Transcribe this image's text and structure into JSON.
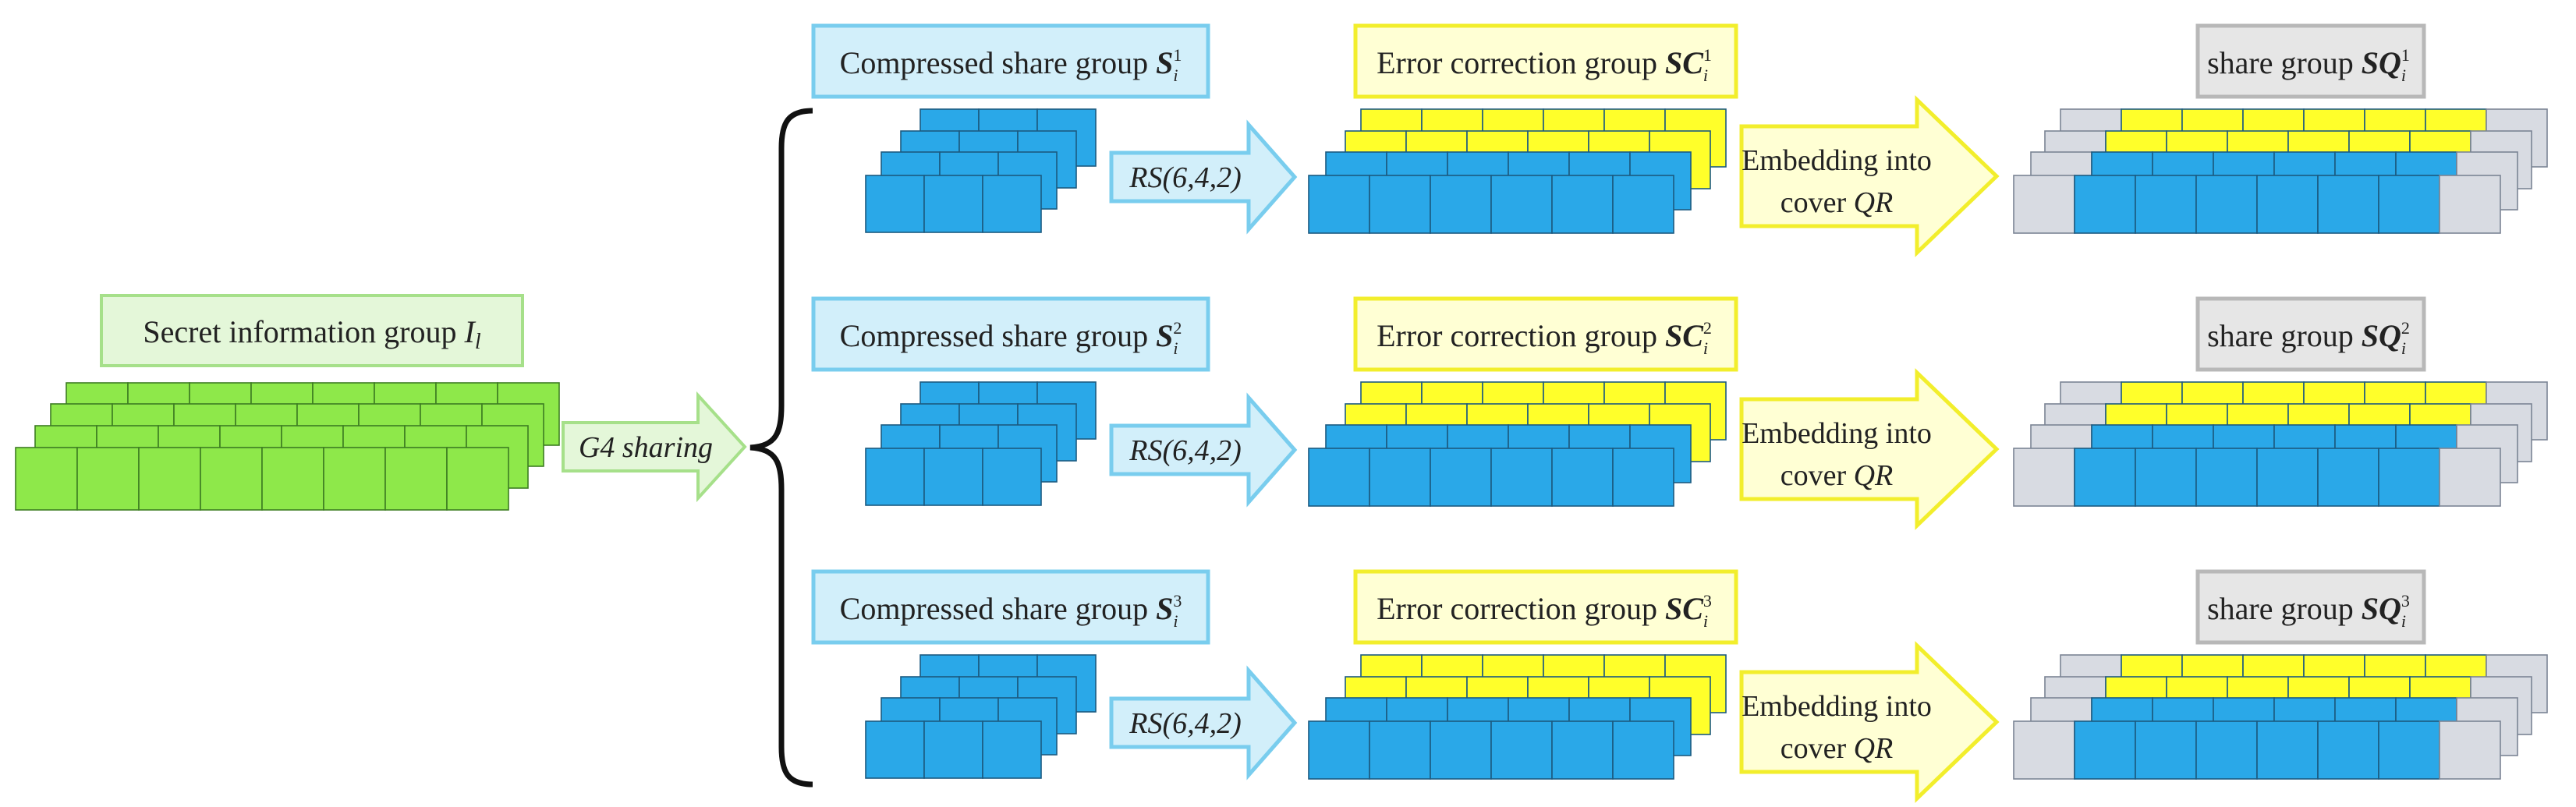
{
  "colors": {
    "green_fill": "#8ee84a",
    "green_stroke": "#3d7d22",
    "blue_fill": "#2aa8e8",
    "blue_stroke": "#1c5a80",
    "yellow_fill": "#ffff2a",
    "gray_fill": "#d8dbe2",
    "gray_stroke": "#7b8494",
    "label_green_bg": "#e4f7d9",
    "label_green_border": "#a6e08a",
    "label_blue_bg": "#d2effa",
    "label_blue_border": "#79cdee",
    "label_yellow_bg": "#ffffd4",
    "label_yellow_border": "#f2ee2c",
    "label_gray_bg": "#e6e6e6",
    "label_gray_border": "#b8b8b8",
    "arrow_green_fill": "#e4f7d9",
    "arrow_green_stroke": "#a6e08a",
    "arrow_blue_fill": "#d2effa",
    "arrow_blue_stroke": "#79cdee",
    "arrow_yellow_fill": "#ffffd4",
    "arrow_yellow_stroke": "#f2ee2c"
  },
  "secret": {
    "label_text": "Secret information group ",
    "label_symbol": "I",
    "label_subscript": "l"
  },
  "sharing_arrow": {
    "label": "G4 sharing"
  },
  "rows": [
    {
      "compressed": {
        "text": "Compressed share group ",
        "sym": "S",
        "sub": "i",
        "sup": "1"
      },
      "rs_label": "RS(6,4,2)",
      "error": {
        "text": "Error correction group ",
        "sym": "SC",
        "sub": "i",
        "sup": "1"
      },
      "embed": {
        "line1": "Embedding into",
        "line2_text": "cover ",
        "line2_italic": "QR"
      },
      "share": {
        "text": "share group ",
        "sym": "SQ",
        "sub": "i",
        "sup": "1"
      }
    },
    {
      "compressed": {
        "text": "Compressed share group ",
        "sym": "S",
        "sub": "i",
        "sup": "2"
      },
      "rs_label": "RS(6,4,2)",
      "error": {
        "text": "Error correction group ",
        "sym": "SC",
        "sub": "i",
        "sup": "2"
      },
      "embed": {
        "line1": "Embedding into",
        "line2_text": "cover ",
        "line2_italic": "QR"
      },
      "share": {
        "text": "share group ",
        "sym": "SQ",
        "sub": "i",
        "sup": "2"
      }
    },
    {
      "compressed": {
        "text": "Compressed share group ",
        "sym": "S",
        "sub": "i",
        "sup": "3"
      },
      "rs_label": "RS(6,4,2)",
      "error": {
        "text": "Error correction group ",
        "sym": "SC",
        "sub": "i",
        "sup": "3"
      },
      "embed": {
        "line1": "Embedding into",
        "line2_text": "cover ",
        "line2_italic": "QR"
      },
      "share": {
        "text": "share group ",
        "sym": "SQ",
        "sub": "i",
        "sup": "3"
      }
    }
  ]
}
